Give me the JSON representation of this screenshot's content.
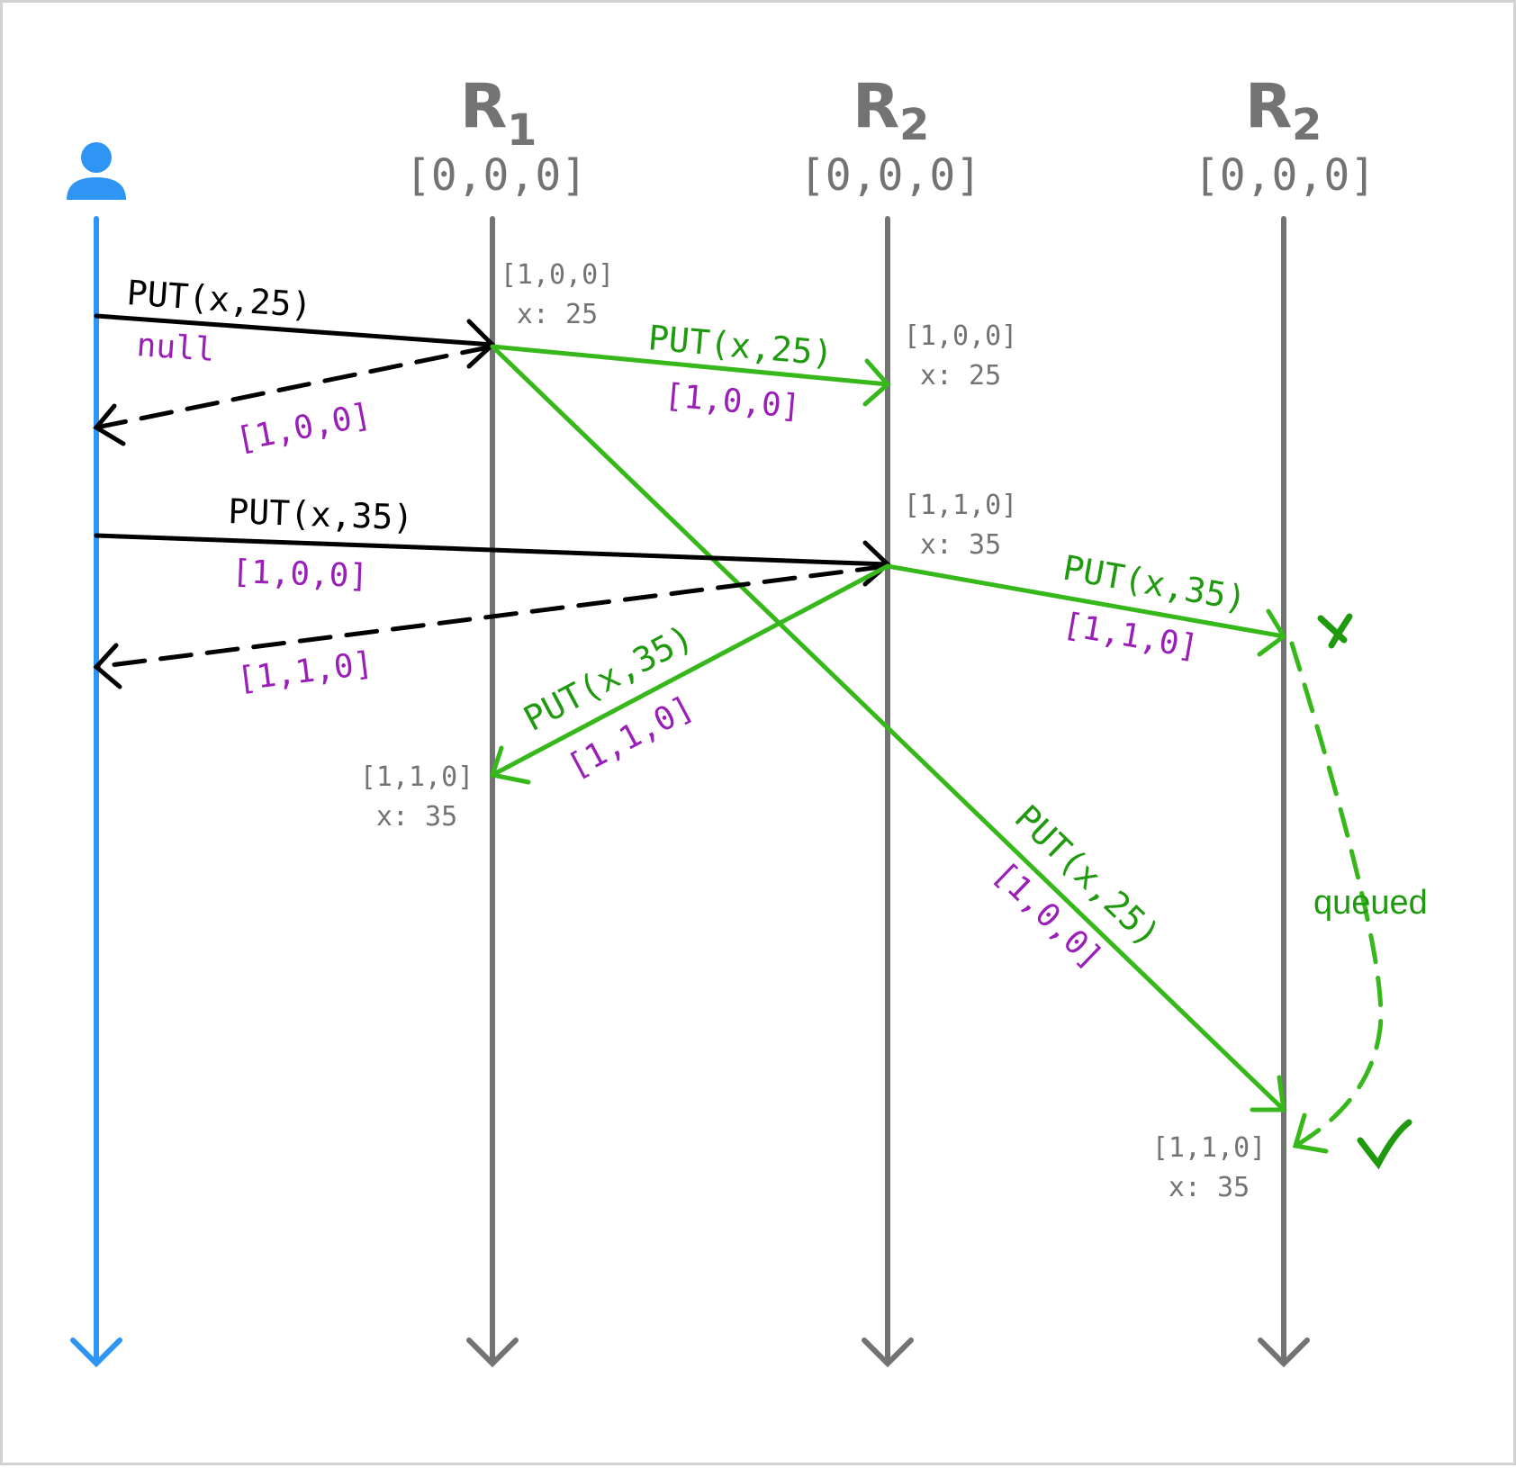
{
  "colors": {
    "client": "#2e95f4",
    "replica_line": "#737373",
    "request": "#000000",
    "replication": "#36b81a",
    "clock": "#9a1fb8",
    "note": "#1f9a0e"
  },
  "replicas": [
    {
      "name": "R",
      "subscript": "1",
      "clock": "[0,0,0]"
    },
    {
      "name": "R",
      "subscript": "2",
      "clock": "[0,0,0]"
    },
    {
      "name": "R",
      "subscript": "2",
      "clock": "[0,0,0]"
    }
  ],
  "messages": {
    "put25": {
      "label": "PUT(x,25)",
      "clock": "null"
    },
    "ack1": {
      "clock": "[1,0,0]"
    },
    "rep25_r2": {
      "label": "PUT(x,25)",
      "clock": "[1,0,0]"
    },
    "put35": {
      "label": "PUT(x,35)",
      "clock": "[1,0,0]"
    },
    "ack2": {
      "clock": "[1,1,0]"
    },
    "rep35_r3": {
      "label": "PUT(x,35)",
      "clock": "[1,1,0]"
    },
    "rep35_r1": {
      "label": "PUT(x,35)",
      "clock": "[1,1,0]"
    },
    "rep25_r3": {
      "label": "PUT(x,25)",
      "clock": "[1,0,0]"
    }
  },
  "states": {
    "r1_after_put25": {
      "clock": "[1,0,0]",
      "value": "x: 25"
    },
    "r2_after_rep25": {
      "clock": "[1,0,0]",
      "value": "x: 25"
    },
    "r2_after_put35": {
      "clock": "[1,1,0]",
      "value": "x: 35"
    },
    "r1_after_rep35": {
      "clock": "[1,1,0]",
      "value": "x: 35"
    },
    "r3_final": {
      "clock": "[1,1,0]",
      "value": "x: 35"
    }
  },
  "notes": {
    "queued": "queued"
  }
}
